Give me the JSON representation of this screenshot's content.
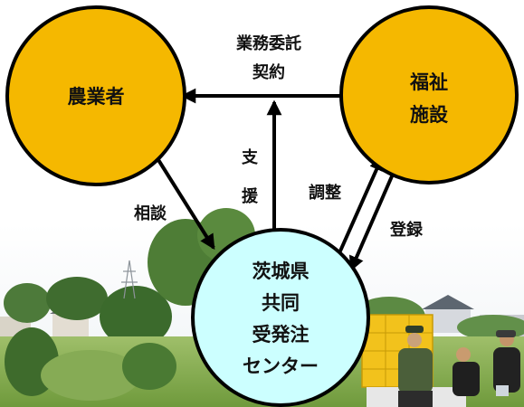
{
  "nodes": {
    "farmer": {
      "label": "農業者",
      "color": "#f5b800"
    },
    "welfare": {
      "lines": [
        "福祉",
        "施設"
      ],
      "color": "#f5b800"
    },
    "center": {
      "lines": [
        "茨城県",
        "共同",
        "受発注",
        "センター"
      ],
      "color": "#ccffff"
    }
  },
  "edges": {
    "contract": [
      "業務委託",
      "契約"
    ],
    "support": [
      "支",
      "援"
    ],
    "consult": "相談",
    "adjust": "調整",
    "register": "登録"
  }
}
